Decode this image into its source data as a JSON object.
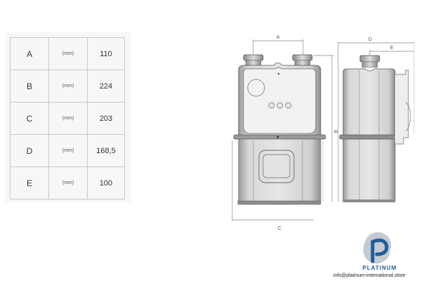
{
  "dimensions_table": {
    "rows": [
      {
        "key": "A",
        "unit": "(mm)",
        "value": "110"
      },
      {
        "key": "B",
        "unit": "(mm)",
        "value": "224"
      },
      {
        "key": "C",
        "unit": "(mm)",
        "value": "203"
      },
      {
        "key": "D",
        "unit": "(mm)",
        "value": "168,5"
      },
      {
        "key": "E",
        "unit": "(mm)",
        "value": "100"
      }
    ]
  },
  "drawing": {
    "front_view": {
      "labels": {
        "A": "A",
        "B": "B",
        "C": "C"
      }
    },
    "side_view": {
      "labels": {
        "D": "D",
        "E": "E"
      }
    }
  },
  "brand": {
    "name": "PLATINUM",
    "email": "info@platinum-international.store",
    "colors": {
      "primary": "#1f5d99",
      "secondary": "#c4cad1"
    }
  }
}
